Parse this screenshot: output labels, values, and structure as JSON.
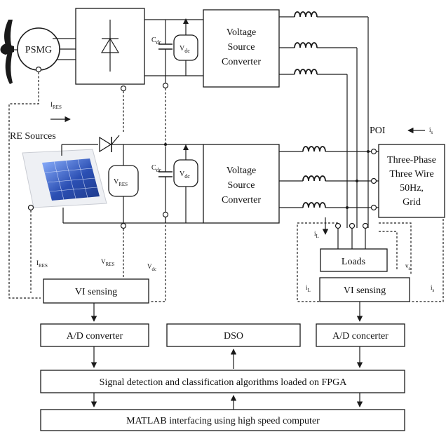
{
  "labels": {
    "psmg": "PSMG",
    "vsc_top_line1": "Voltage",
    "vsc_top_line2": "Source",
    "vsc_top_line3": "Converter",
    "vsc_bot_line1": "Voltage",
    "vsc_bot_line2": "Source",
    "vsc_bot_line3": "Converter",
    "cdc": "C",
    "cdc_sub": "dc",
    "vdc": "V",
    "vdc_sub": "dc",
    "vres": "V",
    "vres_sub": "RES",
    "ires": "I",
    "ires_sub": "RES",
    "re_sources": "RE Sources",
    "poi": "POI",
    "is": "i",
    "is_sub": "s",
    "il": "i",
    "il_sub": "L",
    "vs": "v",
    "vs_sub": "s",
    "grid_line1": "Three-Phase",
    "grid_line2": "Three Wire",
    "grid_line3": "50Hz,",
    "grid_line4": "Grid",
    "loads": "Loads",
    "vi_sensing_left": "VI sensing",
    "vi_sensing_right": "VI sensing",
    "ad_left": "A/D converter",
    "ad_right": "A/D concerter",
    "dso": "DSO",
    "fpga": "Signal detection and classification algorithms loaded on FPGA",
    "matlab": "MATLAB interfacing using high speed computer"
  },
  "colors": {
    "line": "#1a1a1a",
    "panel_dark": "#1f3a8a",
    "panel_light": "#8fb3ff",
    "panel_frame": "#c9ccd3"
  },
  "icons": {
    "wind_turbine": "propeller-icon",
    "solar_panel": "solar-panel-icon",
    "rectifier": "diode-bridge-icon",
    "thyristor": "thyristor-icon"
  }
}
